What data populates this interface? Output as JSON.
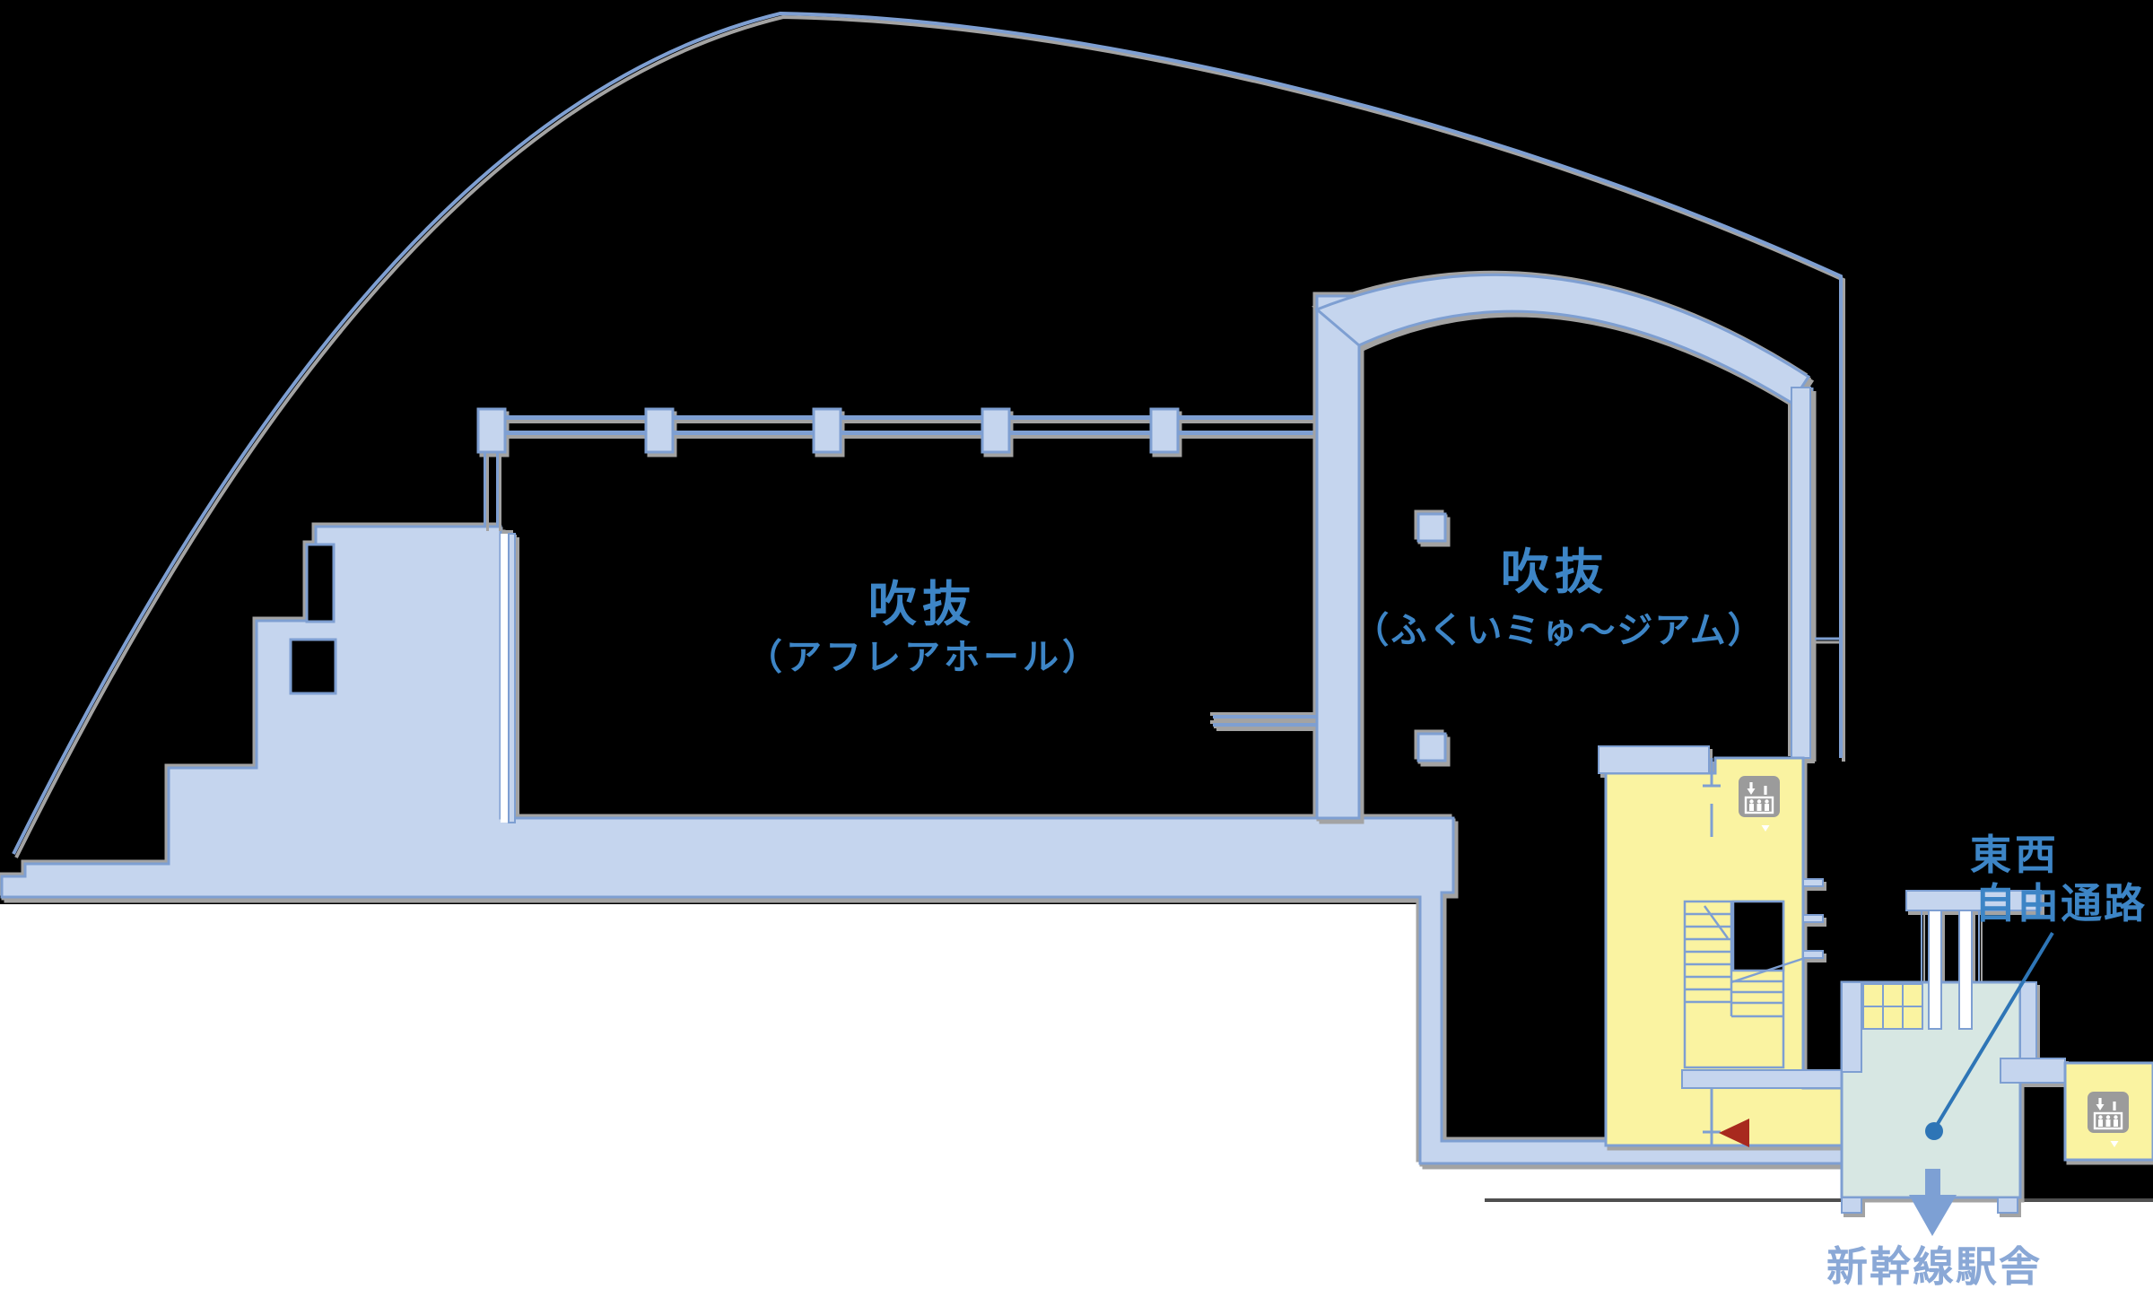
{
  "page": {
    "background": "#000000"
  },
  "colors": {
    "structure_fill": "#c5d5ee",
    "structure_outline": "#7e9fd2",
    "stair_area_fill": "#faf3a0",
    "passage_fill": "#d7e7e3",
    "label_blue": "#3d85c6",
    "label_light_blue": "#8aa8d6",
    "pointer_blue": "#2e75b6",
    "red_arrow": "#a8291e",
    "elevator_icon_gray": "#9b9b9b",
    "shadow_gray": "#a3a3a3",
    "ground_line": "#4f4f4f",
    "floor_white": "#ffffff"
  },
  "labels": {
    "hall_void": {
      "line1": "吹抜",
      "line2": "（アフレアホール）"
    },
    "museum_void": {
      "line1": "吹抜",
      "line2": "（ふくいミゅ～ジアム）"
    },
    "east_west_passage": {
      "line1": "東西",
      "line2": "自由通路"
    },
    "shinkansen_station": "新幹線駅舎"
  },
  "icons": {
    "elevator": "elevator-people-up-down-icon",
    "red_direction": "red-left-triangle-arrow",
    "station_exit": "blue-down-arrow"
  }
}
